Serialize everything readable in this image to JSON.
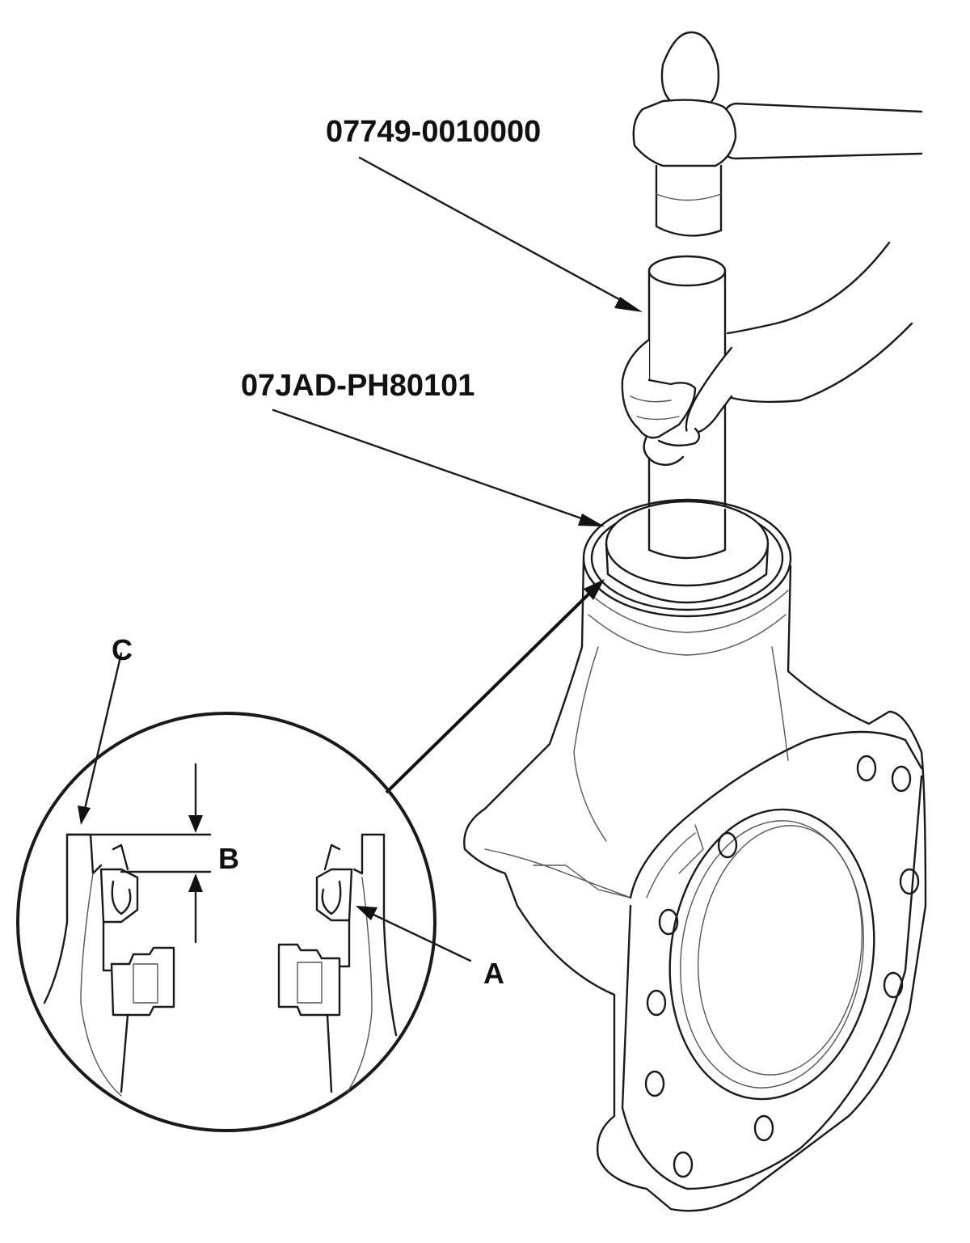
{
  "labels": {
    "tool_driver": "07749-0010000",
    "tool_attachment": "07JAD-PH80101",
    "callout_a": "A",
    "callout_b": "B",
    "callout_c": "C"
  },
  "colors": {
    "line": "#1a1a1a",
    "background": "#ffffff"
  }
}
